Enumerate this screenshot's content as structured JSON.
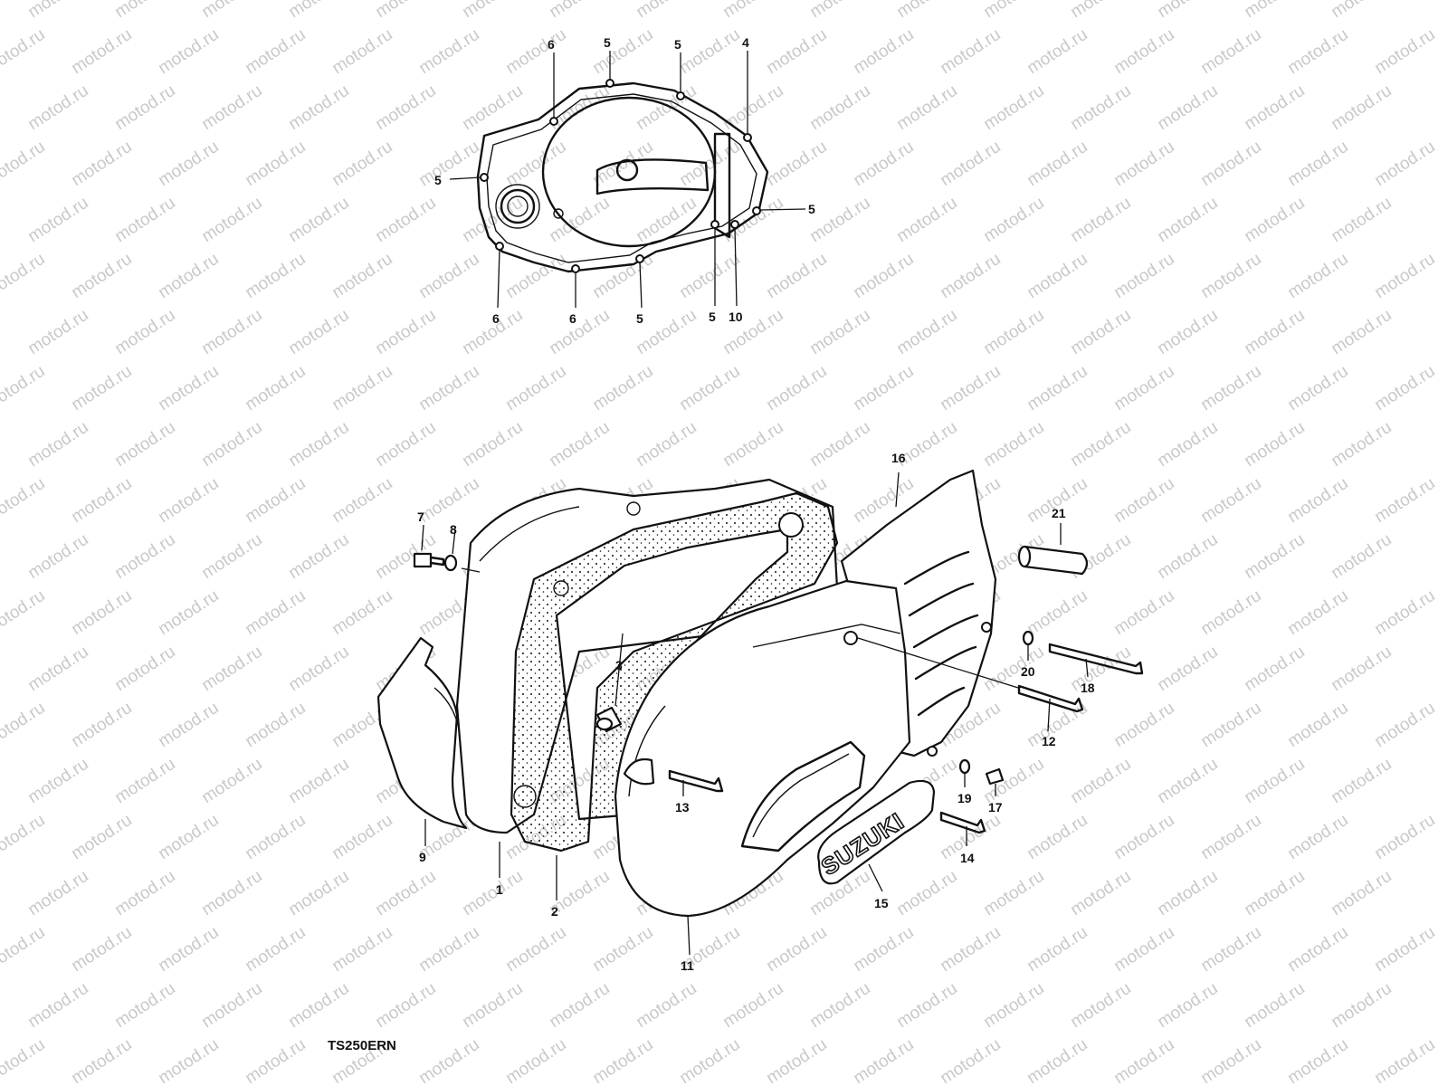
{
  "watermark": "motod.ru",
  "model_code": "TS250ERN",
  "brand_logo_text": "SUZUKI",
  "callouts": [
    "1",
    "2",
    "3",
    "4",
    "5",
    "6",
    "7",
    "8",
    "9",
    "10",
    "11",
    "12",
    "13",
    "14",
    "15",
    "16",
    "17",
    "18",
    "19",
    "20",
    "21"
  ]
}
